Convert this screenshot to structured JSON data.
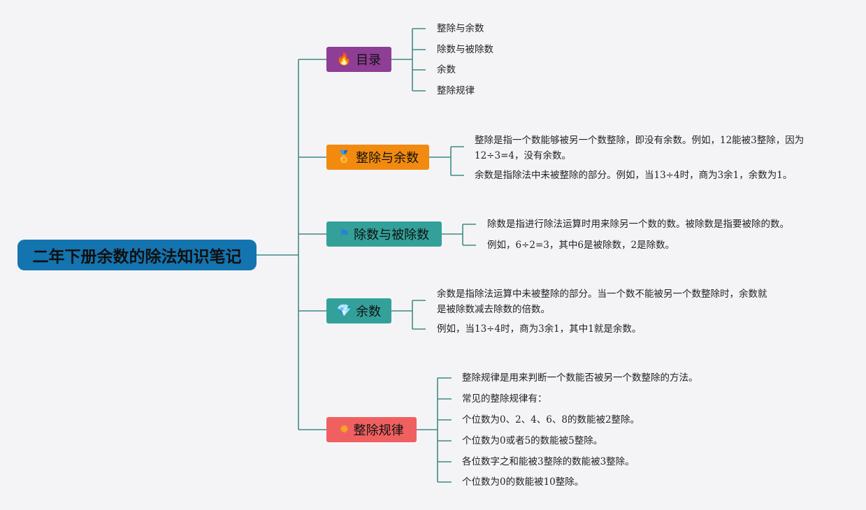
{
  "root": {
    "title": "二年下册余数的除法知识笔记"
  },
  "branches": [
    {
      "label": "目录",
      "icon": "flame-icon",
      "color": "#8e3e95",
      "items": [
        "整除与余数",
        "除数与被除数",
        "余数",
        "整除规律"
      ]
    },
    {
      "label": "整除与余数",
      "icon": "award-icon",
      "color": "#f28a0f",
      "items": [
        [
          "整除是指一个数能够被另一个数整除，即没有余数。例如，12能被3整除，因为",
          "12÷3=4，没有余数。"
        ],
        [
          "余数是指除法中未被整除的部分。例如，当13÷4时，商为3余1，余数为1。"
        ]
      ]
    },
    {
      "label": "除数与被除数",
      "icon": "flag-icon",
      "color": "#33a19a",
      "items": [
        [
          "除数是指进行除法运算时用来除另一个数的数。被除数是指要被除的数。"
        ],
        [
          "例如，6÷2=3，其中6是被除数，2是除数。"
        ]
      ]
    },
    {
      "label": "余数",
      "icon": "diamond-icon",
      "color": "#33a19a",
      "items": [
        [
          "余数是指除法运算中未被整除的部分。当一个数不能被另一个数整除时，余数就",
          "是被除数减去除数的倍数。"
        ],
        [
          "例如，当13÷4时，商为3余1，其中1就是余数。"
        ]
      ]
    },
    {
      "label": "整除规律",
      "icon": "sun-icon",
      "color": "#f06060",
      "items": [
        "整除规律是用来判断一个数能否被另一个数整除的方法。",
        "常见的整除规律有：",
        "个位数为0、2、4、6、8的数能被2整除。",
        "个位数为0或者5的数能被5整除。",
        "各位数字之和能被3整除的数能被3整除。",
        "个位数为0的数能被10整除。"
      ]
    }
  ],
  "colors": {
    "connector": "#3f8a84",
    "root": "#1474b0"
  }
}
